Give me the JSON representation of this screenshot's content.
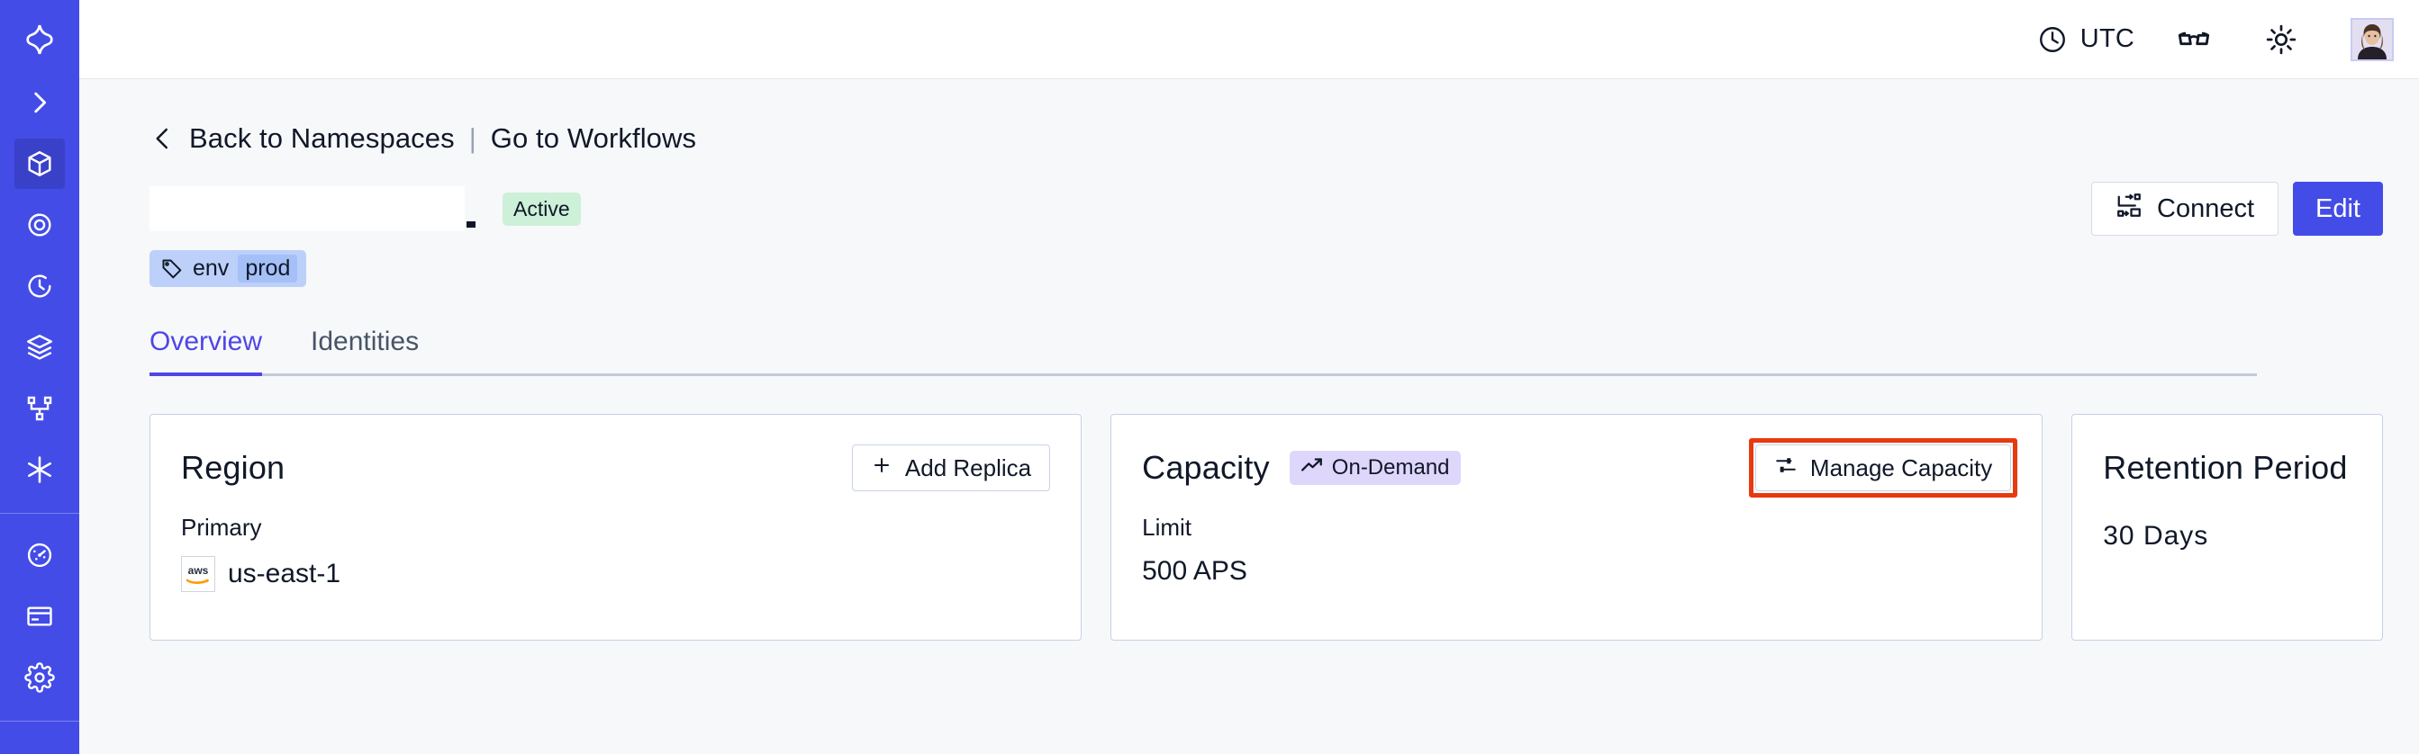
{
  "sidebar": {
    "logo": {
      "icon": "temporal-logo-icon"
    },
    "expand": {
      "icon": "chevron-right-icon"
    },
    "items": [
      {
        "icon": "cube-icon",
        "name": "namespaces",
        "active": true
      },
      {
        "icon": "eye-icon",
        "name": "observability",
        "active": false
      },
      {
        "icon": "clock-history-icon",
        "name": "schedules",
        "active": false
      },
      {
        "icon": "layers-icon",
        "name": "deployments",
        "active": false
      },
      {
        "icon": "git-branch-icon",
        "name": "workflows",
        "active": false
      },
      {
        "icon": "asterisk-icon",
        "name": "nexus",
        "active": false
      }
    ],
    "items_lower": [
      {
        "icon": "gauge-icon",
        "name": "usage",
        "active": false
      },
      {
        "icon": "credit-card-icon",
        "name": "billing",
        "active": false
      },
      {
        "icon": "gear-icon",
        "name": "settings",
        "active": false
      }
    ]
  },
  "topbar": {
    "timezone_label": "UTC",
    "timezone_icon": "clock-icon",
    "glasses_icon": "glasses-icon",
    "theme_icon": "sun-icon",
    "avatar_name": "user-avatar"
  },
  "breadcrumb": {
    "back_icon": "chevron-left-icon",
    "back_label": "Back to Namespaces",
    "separator": "|",
    "forward_label": "Go to Workflows"
  },
  "namespace": {
    "name": "",
    "status_badge": "Active",
    "tag": {
      "icon": "tag-icon",
      "key": "env",
      "value": "prod"
    }
  },
  "actions": {
    "connect_label": "Connect",
    "connect_icon": "connect-icon",
    "edit_label": "Edit"
  },
  "tabs": [
    {
      "label": "Overview",
      "active": true
    },
    {
      "label": "Identities",
      "active": false
    }
  ],
  "cards": {
    "region": {
      "title": "Region",
      "button_label": "Add Replica",
      "button_icon": "plus-icon",
      "sub_label": "Primary",
      "provider_icon": "aws-logo-icon",
      "value": "us-east-1"
    },
    "capacity": {
      "title": "Capacity",
      "badge_label": "On-Demand",
      "badge_icon": "trending-up-icon",
      "button_label": "Manage Capacity",
      "button_icon": "sliders-icon",
      "sub_label": "Limit",
      "value": "500 APS",
      "highlighted": true
    },
    "retention": {
      "title": "Retention Period",
      "value": "30  Days"
    }
  },
  "colors": {
    "brand_blue": "#444ce7",
    "accent_indigo": "#4f46e5",
    "status_green_bg": "#cdf0d8",
    "badge_purple_bg": "#ded6fb",
    "tag_blue_bg": "#bcd0fa",
    "highlight_red": "#e8390f",
    "page_bg": "#f7f8fa"
  }
}
